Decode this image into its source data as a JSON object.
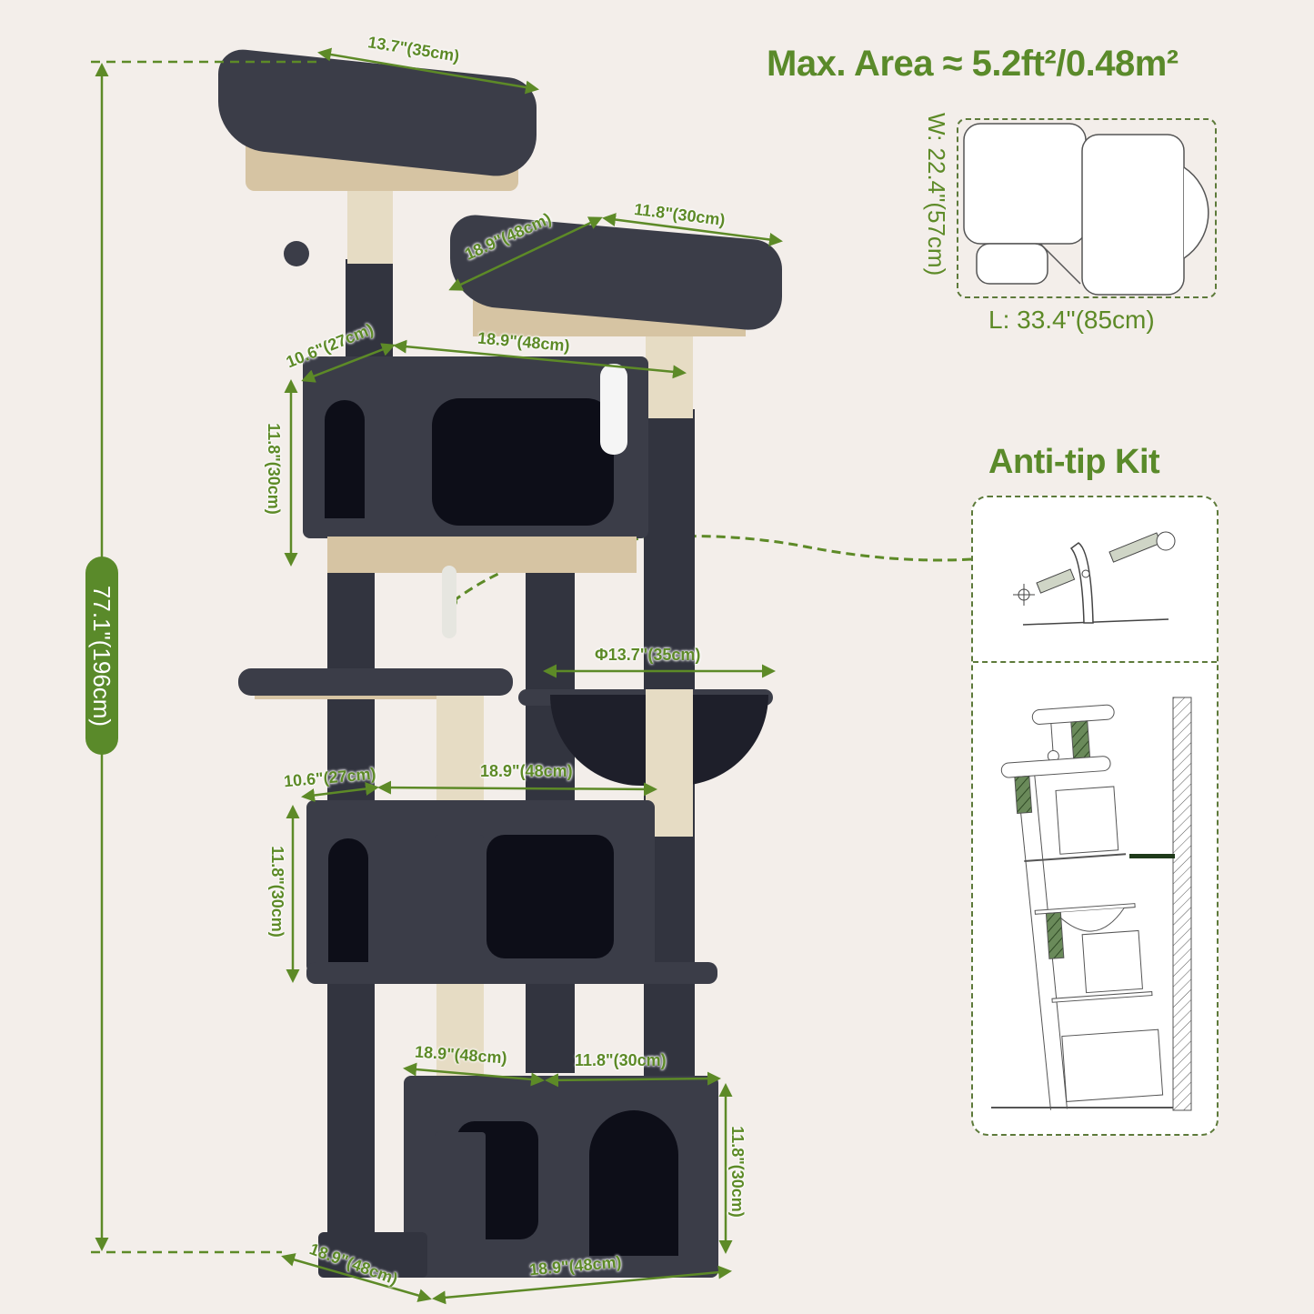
{
  "header": {
    "max_area": "Max. Area ≈ 5.2ft²/0.48m²"
  },
  "footprint": {
    "width_label": "W: 22.4\"(57cm)",
    "length_label": "L: 33.4\"(85cm)"
  },
  "anti_tip": {
    "title": "Anti-tip Kit"
  },
  "dimensions": {
    "total_height": "77.1\"(196cm)",
    "top_perch_width": "13.7\"(35cm)",
    "second_perch_length": "18.9\"(48cm)",
    "second_perch_width": "11.8\"(30cm)",
    "upper_condo_depth": "10.6\"(27cm)",
    "upper_condo_width": "18.9\"(48cm)",
    "upper_condo_height": "11.8\"(30cm)",
    "basket_diameter": "Φ13.7\"(35cm)",
    "middle_condo_depth": "10.6\"(27cm)",
    "middle_condo_width": "18.9\"(48cm)",
    "middle_condo_height": "11.8\"(30cm)",
    "bottom_condo_length": "18.9\"(48cm)",
    "bottom_condo_width": "11.8\"(30cm)",
    "bottom_condo_height": "11.8\"(30cm)",
    "base_depth": "18.9\"(48cm)",
    "base_width": "18.9\"(48cm)"
  },
  "colors": {
    "accent_green": "#5a8a2a",
    "background": "#f3eeea",
    "plush_dark": "#3b3d48",
    "sisal": "#e6dcc4"
  }
}
